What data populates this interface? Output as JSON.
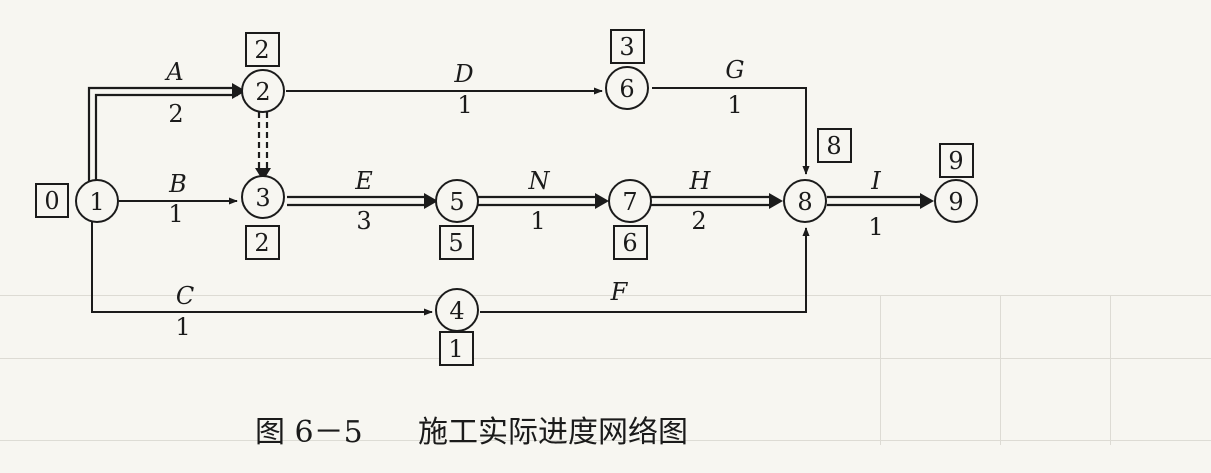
{
  "figure": {
    "caption_number": "图 6－5",
    "caption_text": "施工实际进度网络图"
  },
  "nodes": [
    {
      "id": "1",
      "label": "1",
      "box": "0"
    },
    {
      "id": "2",
      "label": "2",
      "box": "2"
    },
    {
      "id": "3",
      "label": "3",
      "box": "2"
    },
    {
      "id": "4",
      "label": "4",
      "box": "1"
    },
    {
      "id": "5",
      "label": "5",
      "box": "5"
    },
    {
      "id": "6",
      "label": "6",
      "box": "3"
    },
    {
      "id": "7",
      "label": "7",
      "box": "6"
    },
    {
      "id": "8",
      "label": "8",
      "box": "8"
    },
    {
      "id": "9",
      "label": "9",
      "box": "9"
    }
  ],
  "activities": [
    {
      "id": "A",
      "name": "A",
      "duration": "2",
      "from": "1",
      "to": "2",
      "critical": true
    },
    {
      "id": "B",
      "name": "B",
      "duration": "1",
      "from": "1",
      "to": "3",
      "critical": false
    },
    {
      "id": "C",
      "name": "C",
      "duration": "1",
      "from": "1",
      "to": "4",
      "critical": false
    },
    {
      "id": "D",
      "name": "D",
      "duration": "1",
      "from": "2",
      "to": "6",
      "critical": false
    },
    {
      "id": "E",
      "name": "E",
      "duration": "3",
      "from": "3",
      "to": "5",
      "critical": true
    },
    {
      "id": "N",
      "name": "N",
      "duration": "1",
      "from": "5",
      "to": "7",
      "critical": true
    },
    {
      "id": "H",
      "name": "H",
      "duration": "2",
      "from": "7",
      "to": "8",
      "critical": true
    },
    {
      "id": "G",
      "name": "G",
      "duration": "1",
      "from": "6",
      "to": "8",
      "critical": false
    },
    {
      "id": "F",
      "name": "F",
      "duration": "",
      "from": "4",
      "to": "8",
      "critical": false
    },
    {
      "id": "I",
      "name": "I",
      "duration": "1",
      "from": "8",
      "to": "9",
      "critical": true
    }
  ],
  "dummy": {
    "from": "2",
    "to": "3",
    "critical": true
  },
  "colors": {
    "ink": "#1b1b1b",
    "paper": "#f7f6f1",
    "bleed": "#b9b7b0"
  }
}
